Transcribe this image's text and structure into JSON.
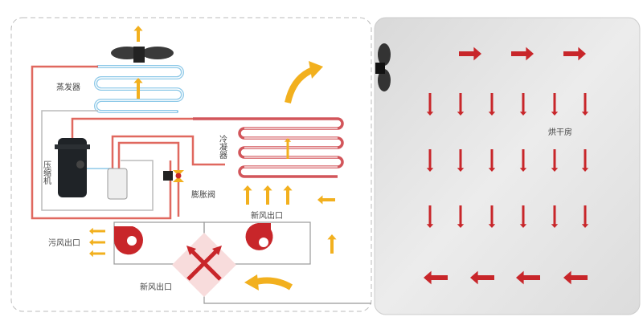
{
  "labels": {
    "evaporator": "蒸发器",
    "compressor": "压缩机",
    "condenser": "冷凝器",
    "expansion_valve": "膨胀阀",
    "fresh_air_outlet_top": "新风出口",
    "exhaust_outlet": "污风出口",
    "fresh_air_outlet_bottom": "新风出口",
    "drying_room": "烘干房"
  },
  "colors": {
    "hot_pipe": "#e0685f",
    "cold_pipe": "#8ec9e8",
    "airflow": "#f2b01e",
    "room_arrow": "#c8262a",
    "room_bg": "#e4e4e4"
  }
}
